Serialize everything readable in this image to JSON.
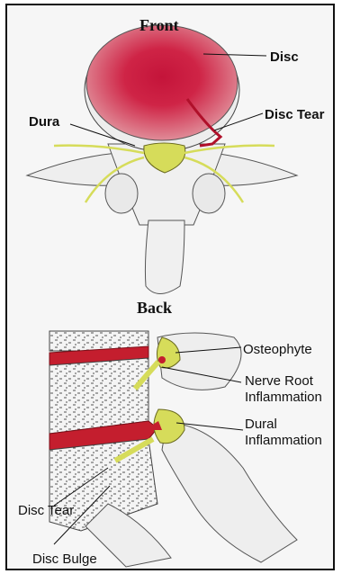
{
  "top_view": {
    "front": "Front",
    "back": "Back",
    "disc": "Disc",
    "disc_tear": "Disc Tear",
    "dura": "Dura"
  },
  "side_view": {
    "osteophyte": "Osteophyte",
    "nerve_root_1": "Nerve Root",
    "nerve_root_2": "Inflammation",
    "dural_1": "Dural",
    "dural_2": "Inflammation",
    "disc_tear": "Disc Tear",
    "disc_bulge": "Disc Bulge"
  },
  "colors": {
    "disc_outer": "#d4687a",
    "disc_inner": "#c8203c",
    "nerve": "#d6dc5a",
    "bone": "#f2f2f2",
    "red_disc": "#c41e2e"
  }
}
